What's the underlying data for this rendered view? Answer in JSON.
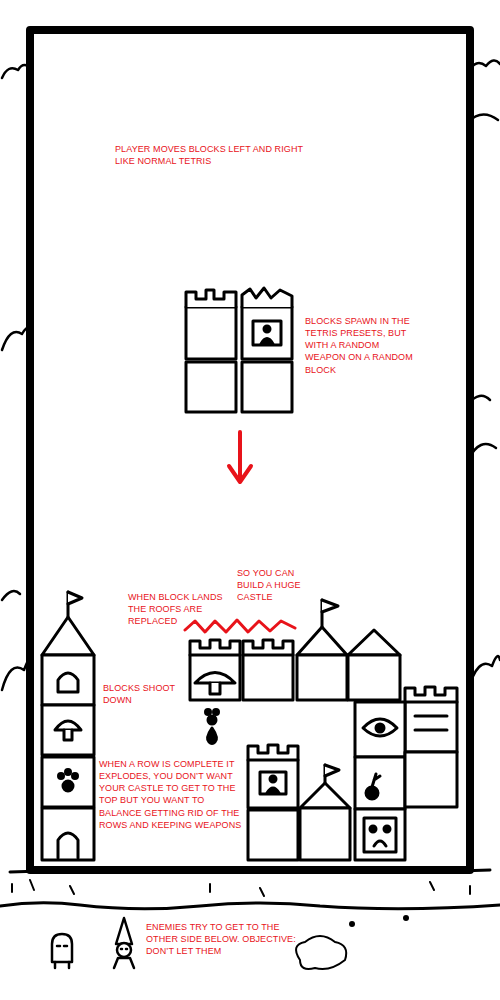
{
  "diagram": {
    "labels": [
      "PLAYER MOVES BLOCKS LEFT AND RIGHT LIKE NORMAL TETRIS",
      "BLOCKS SPAWN IN THE TETRIS PRESETS, BUT WITH A RANDOM WEAPON ON A RANDOM BLOCK",
      "SO YOU CAN BUILD A HUGE CASTLE",
      "WHEN BLOCK LANDS THE ROOFS ARE REPLACED",
      "BLOCKS SHOOT DOWN",
      "WHEN A ROW IS COMPLETE IT EXPLODES, YOU DON’T WANT YOUR CASTLE TO GET TO THE TOP BUT YOU WANT TO BALANCE GETTING RID OF THE ROWS AND KEEPING WEAPONS",
      "ENEMIES TRY TO GET TO THE OTHER SIDE BELOW. OBJECTIVE: DON’T LET THEM"
    ]
  }
}
